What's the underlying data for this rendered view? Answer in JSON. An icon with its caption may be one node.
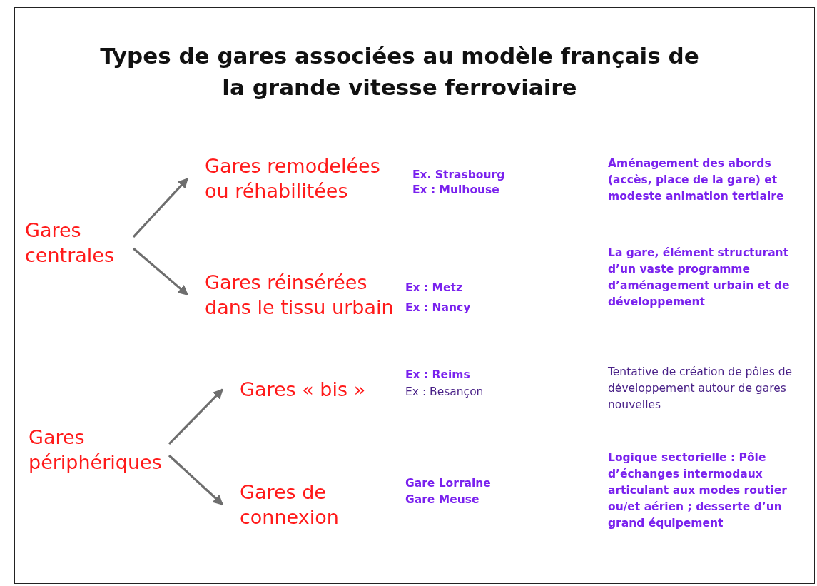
{
  "diagram": {
    "title": "Types de gares associées au modèle français de la grande vitesse ferroviaire",
    "nodes": [
      {
        "text": [
          "Gares centrales"
        ]
      },
      {
        "text": [
          "Gares remodelées ou réhabilitées"
        ]
      },
      {
        "text": [
          "Gares réinsérées dans le tissu urbain"
        ]
      },
      {
        "text": [
          "Gares périphériques"
        ]
      },
      {
        "text": [
          "Gares « bis »"
        ]
      },
      {
        "text": [
          "Gares de connexion"
        ]
      }
    ],
    "edges": [
      {
        "from": 0,
        "to": 1,
        "arrow": "to"
      },
      {
        "from": 0,
        "to": 2,
        "arrow": "to"
      },
      {
        "from": 3,
        "to": 4,
        "arrow": "to"
      },
      {
        "from": 3,
        "to": 5,
        "arrow": "to"
      }
    ],
    "labels": [
      "Ex. Strasbourg",
      "Ex : Mulhouse",
      "Aménagement des abords (accès, place de la gare) et modeste animation tertiaire",
      "Ex : Metz",
      "Ex : Nancy",
      "La gare, élément structurant d’un vaste programme d’aménagement urbain et de développement",
      "Ex : Reims",
      "Ex : Besançon",
      "Tentative de création de pôles de développement autour de gares nouvelles",
      "Gare Lorraine",
      "Gare Meuse",
      "Logique sectorielle : Pôle d’échanges intermodaux articulant aux modes routier ou/et aérien ; desserte d’un grand équipement"
    ]
  }
}
